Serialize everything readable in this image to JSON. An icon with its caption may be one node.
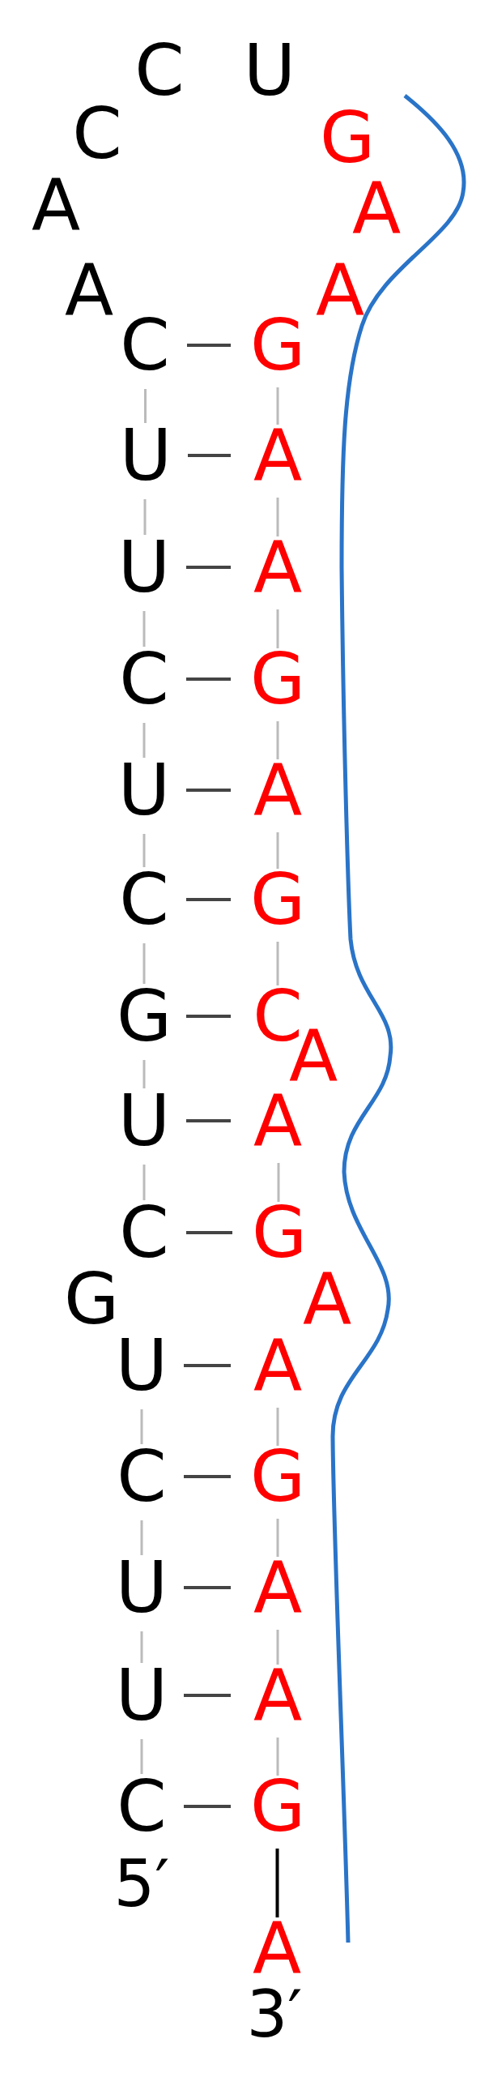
{
  "diagram": {
    "nodes": [
      {
        "text": [
          "C"
        ]
      },
      {
        "text": [
          "U"
        ]
      },
      {
        "text": [
          "U"
        ]
      },
      {
        "text": [
          "C"
        ]
      },
      {
        "text": [
          "U"
        ]
      },
      {
        "text": [
          "G"
        ]
      },
      {
        "text": [
          "C"
        ]
      },
      {
        "text": [
          "U"
        ]
      },
      {
        "text": [
          "G"
        ]
      },
      {
        "text": [
          "C"
        ]
      },
      {
        "text": [
          "U"
        ]
      },
      {
        "text": [
          "C"
        ]
      },
      {
        "text": [
          "U"
        ]
      },
      {
        "text": [
          "U"
        ]
      },
      {
        "text": [
          "C"
        ]
      },
      {
        "text": [
          "A"
        ]
      },
      {
        "text": [
          "A"
        ]
      },
      {
        "text": [
          "C"
        ]
      },
      {
        "text": [
          "C"
        ]
      },
      {
        "text": [
          "U"
        ]
      },
      {
        "text": [
          "G"
        ]
      },
      {
        "text": [
          "A"
        ]
      },
      {
        "text": [
          "A"
        ]
      },
      {
        "text": [
          "G"
        ]
      },
      {
        "text": [
          "A"
        ]
      },
      {
        "text": [
          "A"
        ]
      },
      {
        "text": [
          "G"
        ]
      },
      {
        "text": [
          "A"
        ]
      },
      {
        "text": [
          "G"
        ]
      },
      {
        "text": [
          "C"
        ]
      },
      {
        "text": [
          "A"
        ]
      },
      {
        "text": [
          "A"
        ]
      },
      {
        "text": [
          "G"
        ]
      },
      {
        "text": [
          "A"
        ]
      },
      {
        "text": [
          "A"
        ]
      },
      {
        "text": [
          "G"
        ]
      },
      {
        "text": [
          "A"
        ]
      },
      {
        "text": [
          "A"
        ]
      },
      {
        "text": [
          "G"
        ]
      },
      {
        "text": [
          "A"
        ]
      }
    ],
    "edges": [
      {
        "from": 14,
        "to": 23,
        "arrow": "none",
        "color": "#444444"
      },
      {
        "from": 13,
        "to": 24,
        "arrow": "none",
        "color": "#444444"
      },
      {
        "from": 12,
        "to": 25,
        "arrow": "none",
        "color": "#444444"
      },
      {
        "from": 11,
        "to": 26,
        "arrow": "none",
        "color": "#444444"
      },
      {
        "from": 10,
        "to": 27,
        "arrow": "none",
        "color": "#444444"
      },
      {
        "from": 9,
        "to": 28,
        "arrow": "none",
        "color": "#444444"
      },
      {
        "from": 8,
        "to": 29,
        "arrow": "none",
        "color": "#444444"
      },
      {
        "from": 7,
        "to": 31,
        "arrow": "none",
        "color": "#444444"
      },
      {
        "from": 6,
        "to": 32,
        "arrow": "none",
        "color": "#444444"
      },
      {
        "from": 4,
        "to": 34,
        "arrow": "none",
        "color": "#444444"
      },
      {
        "from": 3,
        "to": 35,
        "arrow": "none",
        "color": "#444444"
      },
      {
        "from": 2,
        "to": 36,
        "arrow": "none",
        "color": "#444444"
      },
      {
        "from": 1,
        "to": 37,
        "arrow": "none",
        "color": "#444444"
      },
      {
        "from": 0,
        "to": 38,
        "arrow": "none",
        "color": "#444444"
      },
      {
        "from": 0,
        "to": 1,
        "arrow": "none"
      },
      {
        "from": 1,
        "to": 2,
        "arrow": "none"
      },
      {
        "from": 2,
        "to": 3,
        "arrow": "none"
      },
      {
        "from": 3,
        "to": 4,
        "arrow": "none"
      },
      {
        "from": 6,
        "to": 7,
        "arrow": "none"
      },
      {
        "from": 7,
        "to": 8,
        "arrow": "none"
      },
      {
        "from": 8,
        "to": 9,
        "arrow": "none"
      },
      {
        "from": 9,
        "to": 10,
        "arrow": "none"
      },
      {
        "from": 10,
        "to": 11,
        "arrow": "none"
      },
      {
        "from": 11,
        "to": 12,
        "arrow": "none"
      },
      {
        "from": 12,
        "to": 13,
        "arrow": "none"
      },
      {
        "from": 13,
        "to": 14,
        "arrow": "none"
      },
      {
        "from": 23,
        "to": 24,
        "arrow": "none"
      },
      {
        "from": 24,
        "to": 25,
        "arrow": "none"
      },
      {
        "from": 25,
        "to": 26,
        "arrow": "none"
      },
      {
        "from": 26,
        "to": 27,
        "arrow": "none"
      },
      {
        "from": 27,
        "to": 28,
        "arrow": "none"
      },
      {
        "from": 28,
        "to": 29,
        "arrow": "none"
      },
      {
        "from": 31,
        "to": 32,
        "arrow": "none"
      },
      {
        "from": 34,
        "to": 35,
        "arrow": "none"
      },
      {
        "from": 35,
        "to": 36,
        "arrow": "none"
      },
      {
        "from": 36,
        "to": 37,
        "arrow": "none"
      },
      {
        "from": 37,
        "to": 38,
        "arrow": "none"
      },
      {
        "from": 38,
        "to": 39,
        "arrow": "none",
        "color": "#000000"
      }
    ],
    "labels": [
      "5′",
      "3′"
    ]
  }
}
